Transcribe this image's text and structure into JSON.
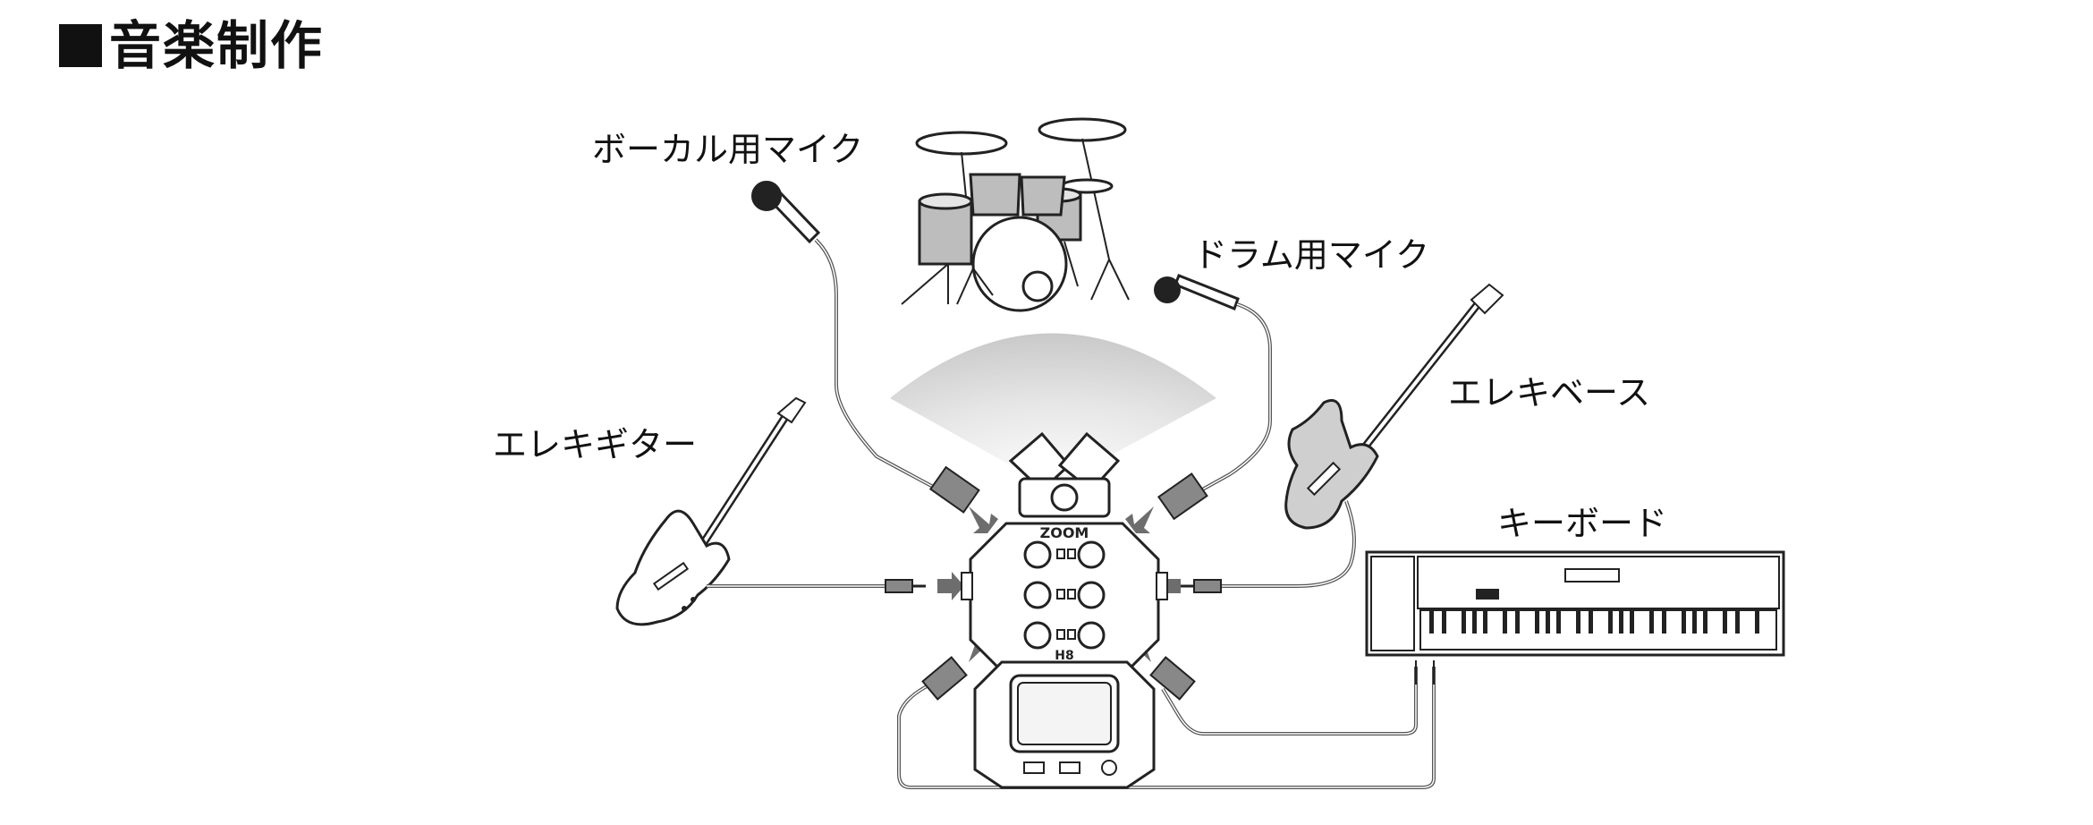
{
  "page": {
    "title": "音楽制作"
  },
  "labels": {
    "vocal_mic": "ボーカル用マイク",
    "drum_mic": "ドラム用マイク",
    "electric_guitar": "エレキギター",
    "electric_bass": "エレキベース",
    "keyboard": "キーボード"
  },
  "device": {
    "brand": "ZOOM",
    "model": "H8"
  },
  "colors": {
    "line": "#222222",
    "cable": "#555555",
    "arrow": "#6d6d6d",
    "fill_gray": "#bdbdbd",
    "cone": "#cfcfcf"
  }
}
